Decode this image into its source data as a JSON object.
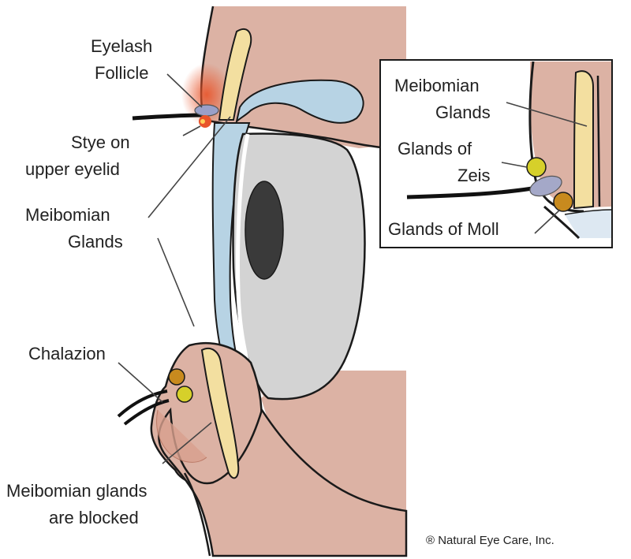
{
  "labels": {
    "eyelash_follicle": [
      "Eyelash",
      "Follicle"
    ],
    "stye": [
      "Stye on",
      "upper eyelid"
    ],
    "meibomian_glands": [
      "Meibomian",
      "Glands"
    ],
    "chalazion": "Chalazion",
    "blocked": [
      "Meibomian glands",
      "are blocked"
    ]
  },
  "inset": {
    "meibomian_glands": [
      "Meibomian",
      "Glands"
    ],
    "glands_of_zeis": [
      "Glands of",
      "Zeis"
    ],
    "glands_of_moll": "Glands of Moll"
  },
  "copyright": "® Natural Eye Care, Inc.",
  "colors": {
    "skin": "#dcb2a4",
    "tear_film": "#b7d3e4",
    "gland": "#f3dfa0",
    "eyeball": "#d3d3d3",
    "pupil": "#3a3a3a",
    "stye": "#e8542a",
    "zeis_gland": "#d6d02a",
    "moll_gland": "#c88a1e"
  }
}
